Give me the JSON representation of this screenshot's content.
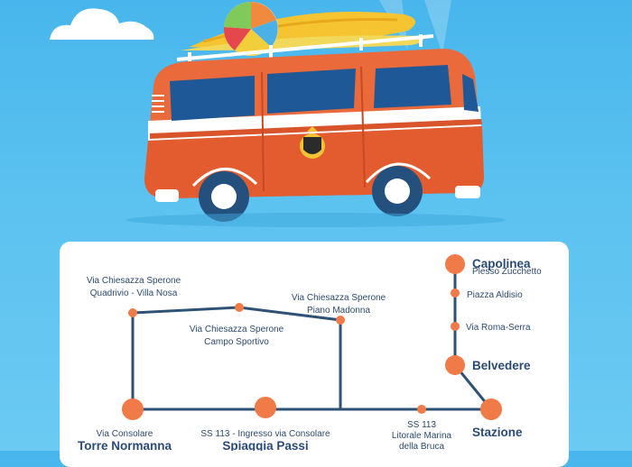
{
  "colors": {
    "sky": "#4db8ee",
    "van_body": "#e8663a",
    "route_line": "#2e5276",
    "stop_dot": "#f07a48",
    "label_text": "#2c4a6e"
  },
  "icons": [
    "cloud-icon",
    "beach-ball-icon",
    "surfboard-icon",
    "van-illustration",
    "coat-of-arms-icon"
  ],
  "route": {
    "stops": {
      "capolinea_title": "Capolinea",
      "capolinea_sub": "Plesso Zucchetto",
      "piazza_aldisio": "Piazza Aldisio",
      "via_roma_serra": "Via Roma-Serra",
      "belvedere": "Belvedere",
      "stazione": "Stazione",
      "ss113_line1": "SS 113",
      "ss113_line2": "Litorale Marina",
      "ss113_line3": "della Bruca",
      "passi_sub": "SS 113 - Ingresso via Consolare",
      "passi_title": "Spiaggia Passi",
      "torre_sub": "Via Consolare",
      "torre_title": "Torre Normanna",
      "quadrivio_line1": "Via Chiesazza Sperone",
      "quadrivio_line2": "Quadrivio - Villa Nosa",
      "campo_line1": "Via Chiesazza Sperone",
      "campo_line2": "Campo Sportivo",
      "madonna_line1": "Via Chiesazza Sperone",
      "madonna_line2": "Piano Madonna"
    }
  }
}
